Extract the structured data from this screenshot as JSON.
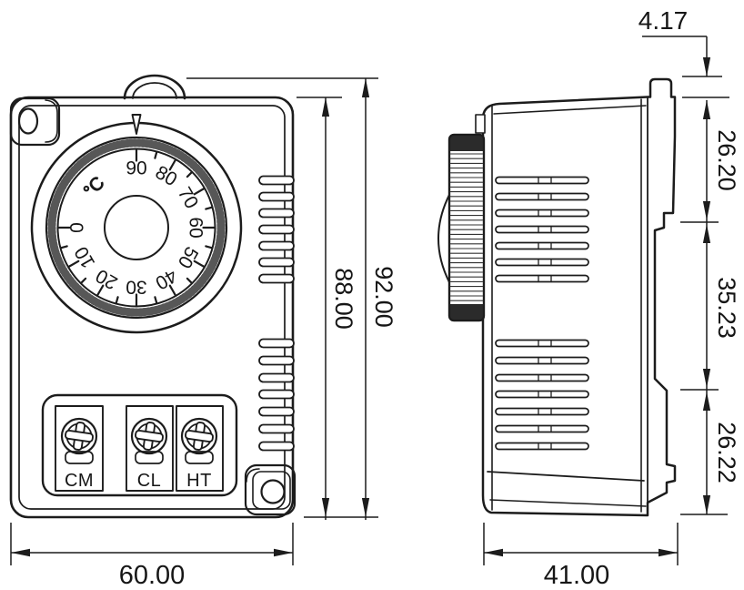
{
  "drawing": {
    "front_view": {
      "dial": {
        "unit": "°C",
        "numbers": [
          "0",
          "10",
          "20",
          "30",
          "40",
          "50",
          "60",
          "70",
          "80",
          "90"
        ]
      },
      "terminal_labels": [
        "CM",
        "CL",
        "HT"
      ],
      "dim_width": "60.00",
      "dim_height_body": "88.00",
      "dim_height_total": "92.00"
    },
    "side_view": {
      "dim_depth": "41.00",
      "dim_tab": "4.17",
      "dim_sections": [
        "26.20",
        "35.23",
        "26.22"
      ]
    },
    "colors": {
      "line": "#1c1c1c",
      "background": "#ffffff"
    }
  }
}
